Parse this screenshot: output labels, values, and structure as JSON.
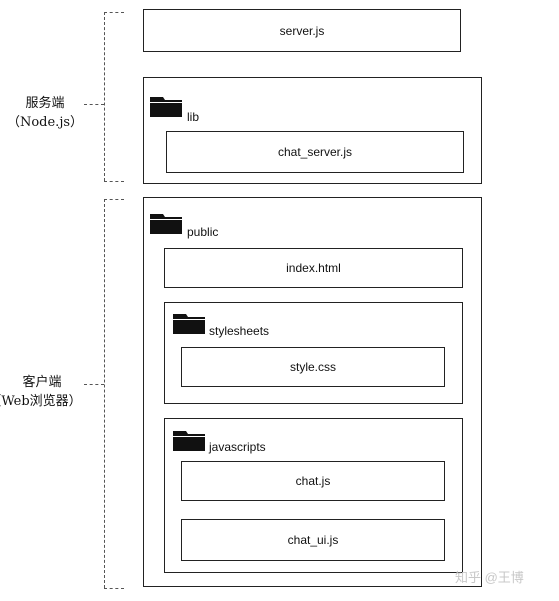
{
  "groups": {
    "server": {
      "label_line1": "服务端",
      "label_line2": "（Node.js）"
    },
    "client": {
      "label_line1": "客户端",
      "label_line2": "（Web浏览器）"
    }
  },
  "files": {
    "server_js": "server.js",
    "lib_folder": "lib",
    "chat_server_js": "chat_server.js",
    "public_folder": "public",
    "index_html": "index.html",
    "stylesheets_folder": "stylesheets",
    "style_css": "style.css",
    "javascripts_folder": "javascripts",
    "chat_js": "chat.js",
    "chat_ui_js": "chat_ui.js"
  },
  "watermark": "知乎 @王博",
  "icons": {
    "folder": "folder-icon"
  }
}
